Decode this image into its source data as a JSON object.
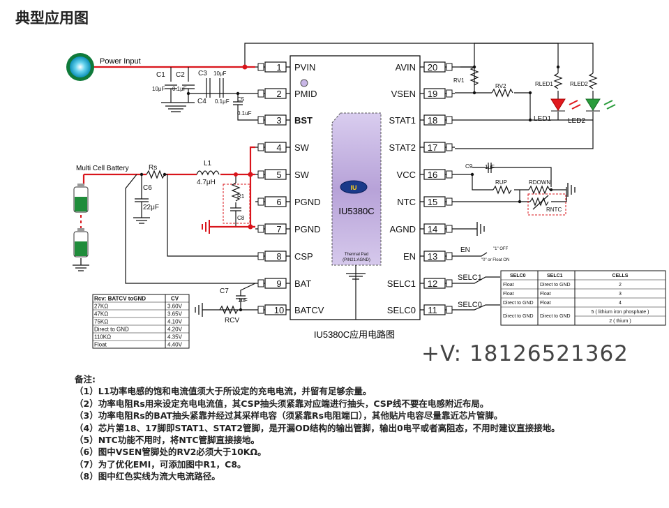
{
  "title": "典型应用图",
  "power_input": "Power Input",
  "battery_label": "Multi Cell Battery",
  "chip": {
    "name": "IU5380C",
    "logo": "IU",
    "thermal_pad_line1": "Thermal Pad",
    "thermal_pad_line2": "(PIN21:AGND)",
    "caption": "IU5380C应用电路图"
  },
  "pins_left": [
    {
      "num": "1",
      "name": "PVIN"
    },
    {
      "num": "2",
      "name": "PMID"
    },
    {
      "num": "3",
      "name": "BST"
    },
    {
      "num": "4",
      "name": "SW"
    },
    {
      "num": "5",
      "name": "SW"
    },
    {
      "num": "6",
      "name": "PGND"
    },
    {
      "num": "7",
      "name": "PGND"
    },
    {
      "num": "8",
      "name": "CSP"
    },
    {
      "num": "9",
      "name": "BAT"
    },
    {
      "num": "10",
      "name": "BATCV"
    }
  ],
  "pins_right": [
    {
      "num": "20",
      "name": "AVIN"
    },
    {
      "num": "19",
      "name": "VSEN"
    },
    {
      "num": "18",
      "name": "STAT1"
    },
    {
      "num": "17",
      "name": "STAT2"
    },
    {
      "num": "16",
      "name": "VCC"
    },
    {
      "num": "15",
      "name": "NTC"
    },
    {
      "num": "14",
      "name": "AGND"
    },
    {
      "num": "13",
      "name": "EN"
    },
    {
      "num": "12",
      "name": "SELC1"
    },
    {
      "num": "11",
      "name": "SELC0"
    }
  ],
  "components": {
    "c1": "C1",
    "c1_val": "10μF",
    "c2": "C2",
    "c2_val": "0.1μF",
    "c3": "C3",
    "c3_val": "10μF",
    "c4": "C4",
    "c4_val": "0.1μF",
    "c5": "C5",
    "c5_val": "0.1uF",
    "c6": "C6",
    "c6_val": "22μF",
    "c7": "C7",
    "c7_val": "1uF",
    "c8": "C8",
    "c9": "C9",
    "c9_val": "1μF",
    "l1": "L1",
    "l1_val": "4.7μH",
    "r1": "R1",
    "rs": "Rs",
    "rv1": "RV1",
    "rv2": "RV2",
    "rled1": "RLED1",
    "rled2": "RLED2",
    "led1": "LED1",
    "led2": "LED2",
    "rup": "RUP",
    "rdown": "RDOWN",
    "rntc": "RNTC",
    "rcv": "RCV",
    "en_net": "EN",
    "en_opt": "\"1\" OFF",
    "en_opt2": "\"0\" or Float ON",
    "selc1_net": "SELC1",
    "selc0_net": "SELC0"
  },
  "cv_table": {
    "headers": [
      "Rcv: BATCV toGND",
      "CV"
    ],
    "rows": [
      [
        "27KΩ",
        "3.60V"
      ],
      [
        "47KΩ",
        "3.65V"
      ],
      [
        "75KΩ",
        "4.10V"
      ],
      [
        "Direct to GND",
        "4.20V"
      ],
      [
        "110KΩ",
        "4.35V"
      ],
      [
        "Float",
        "4.40V"
      ]
    ]
  },
  "cells_table": {
    "headers": [
      "SELC0",
      "SELC1",
      "CELLS"
    ],
    "rows": [
      [
        "Float",
        "Direct to GND",
        "2"
      ],
      [
        "Float",
        "Float",
        "3"
      ],
      [
        "Direct to GND",
        "Float",
        "4"
      ],
      [
        "Direct to GND",
        "Direct to GND",
        "5 ( lithium iron phosphate )"
      ],
      [
        "",
        "",
        "2 ( thium )"
      ]
    ]
  },
  "contact": "+V:  18126521362",
  "notes": {
    "heading": "备注:",
    "items": [
      "（1）L1功率电感的饱和电流值须大于所设定的充电电流，并留有足够余量。",
      "（2）功率电阻Rs用来设定充电电流值，其CSP抽头须紧靠对应端进行抽头，CSP线不要在电感附近布局。",
      "（3）功率电阻Rs的BAT抽头紧靠并经过其采样电容（须紧靠Rs电阻端口），其他贴片电容尽量靠近芯片管脚。",
      "（4）芯片第18、17脚即STAT1、STAT2管脚，是开漏OD结构的输出管脚，输出0电平或者高阻态，不用时建议直接接地。",
      "（5）NTC功能不用时，将NTC管脚直接接地。",
      "（6）图中VSEN管脚处的RV2必须大于10KΩ。",
      "（7）为了优化EMI，可添加图中R1，C8。",
      "（8）图中红色实线为流大电流路径。"
    ]
  },
  "colors": {
    "high_current": "#d9141b",
    "chip_purple": "#c9b8e0",
    "led_red": "#e0191e",
    "led_green": "#2a9c3c",
    "connector_cyan": "#19b8d6"
  }
}
